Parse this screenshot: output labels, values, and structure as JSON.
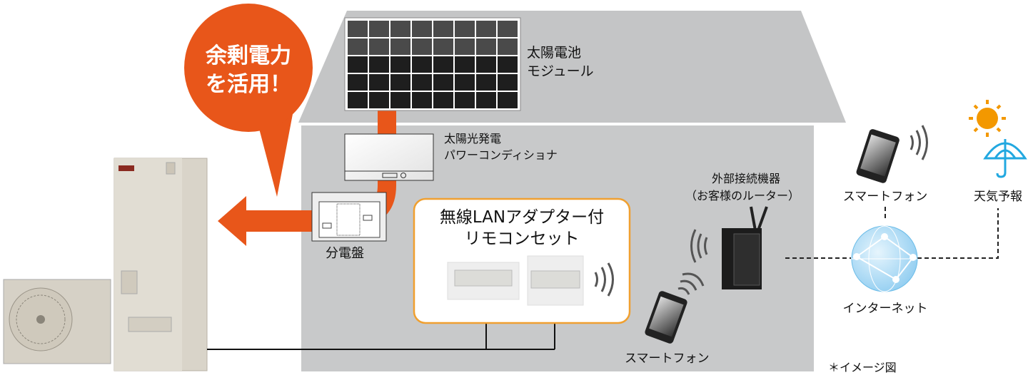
{
  "bubble": {
    "line1": "余剰電力",
    "line2": "を活用！"
  },
  "labels": {
    "solar_module_1": "太陽電池",
    "solar_module_2": "モジュール",
    "power_conditioner_1": "太陽光発電",
    "power_conditioner_2": "パワーコンディショナ",
    "breaker_panel": "分電盤",
    "remote_set_1": "無線LANアダプター付",
    "remote_set_2": "リモコンセット",
    "router_1": "外部接続機器",
    "router_2": "（お客様のルーター）",
    "smartphone_inside": "スマートフォン",
    "smartphone_outside": "スマートフォン",
    "weather": "天気予報",
    "internet": "インターネット",
    "note": "＊イメージ図"
  },
  "colors": {
    "orange": "#e8561a",
    "wall": "#c8c9ca",
    "roof": "#c4c5c6",
    "remote_border": "#f0a030",
    "globe": "#9fd3f3",
    "sun": "#f39800",
    "umbrella": "#22a8e0"
  }
}
